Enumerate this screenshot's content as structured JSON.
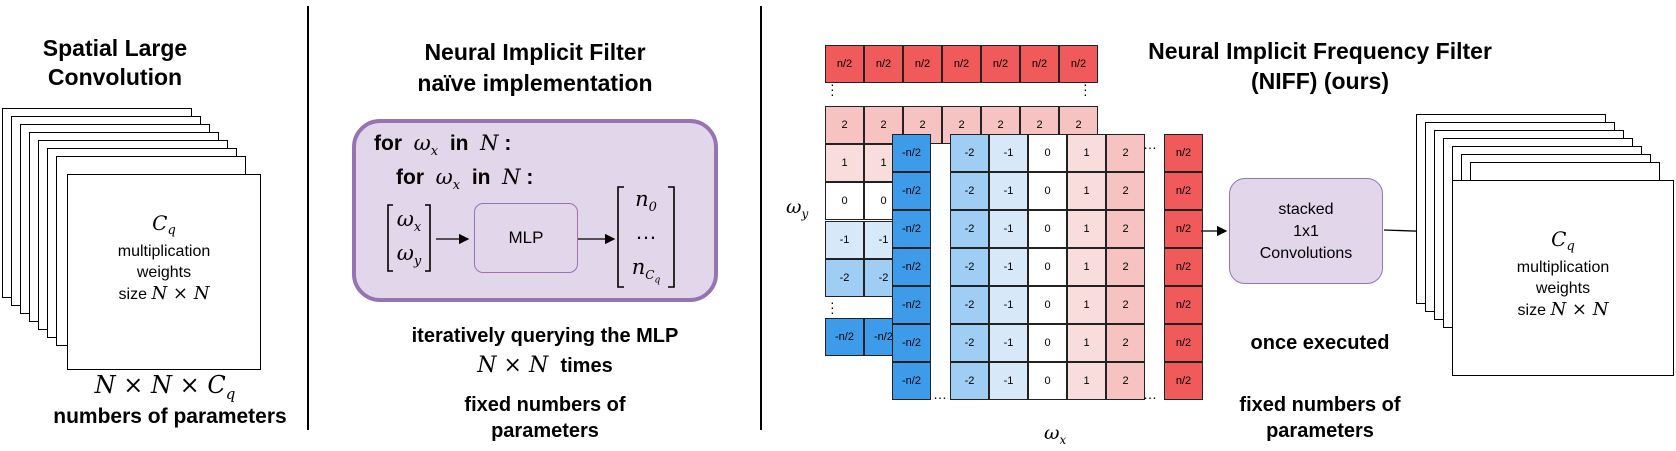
{
  "left": {
    "title_line1": "Spatial Large",
    "title_line2": "Convolution",
    "filter_symbol": "C",
    "filter_sub": "q",
    "filter_line1": "multiplication",
    "filter_line2": "weights",
    "filter_size_prefix": "size",
    "filter_size_math": "N × N",
    "param_math": "N × N × C",
    "param_sub": "q",
    "param_label": "numbers of parameters"
  },
  "middle": {
    "title_line1": "Neural Implicit Filter",
    "title_line2": "naïve implementation",
    "loop1_kw": "for",
    "loop1_var": "ω",
    "loop1_sub": "x",
    "loop1_in": "in",
    "loop1_set": "N",
    "loop1_colon": ":",
    "loop2_kw": "for",
    "loop2_var": "ω",
    "loop2_sub": "x",
    "loop2_in": "in",
    "loop2_set": "N",
    "loop2_colon": ":",
    "input_top": "ω",
    "input_top_sub": "x",
    "input_bottom": "ω",
    "input_bottom_sub": "y",
    "mlp_label": "MLP",
    "output_top": "n",
    "output_top_sub": "0",
    "output_mid": "…",
    "output_bottom": "n",
    "output_bottom_sub": "C",
    "output_bottom_subsub": "q",
    "caption_line1": "iteratively querying the MLP",
    "caption_math": "N × N",
    "caption_times": "times",
    "fixed_line1": "fixed numbers of",
    "fixed_line2": "parameters"
  },
  "right": {
    "title_line1": "Neural Implicit Frequency Filter",
    "title_line2": "(NIFF) (ours)",
    "top_row": [
      "n/2",
      "n/2",
      "n/2",
      "n/2",
      "n/2",
      "n/2",
      "n/2"
    ],
    "back_rows": [
      [
        "2",
        "2",
        "2",
        "2",
        "2",
        "2",
        "2"
      ],
      [
        "1",
        "1"
      ],
      [
        "0",
        "0"
      ],
      [
        "-1",
        "-1"
      ],
      [
        "-2",
        "-2"
      ],
      [
        "-n/2",
        "-n/2"
      ]
    ],
    "neg_col": [
      "-n/2",
      "-n/2",
      "-n/2",
      "-n/2",
      "-n/2",
      "-n/2",
      "-n/2"
    ],
    "front_cols": [
      "-2",
      "-1",
      "0",
      "1",
      "2"
    ],
    "pos_col": [
      "n/2",
      "n/2",
      "n/2",
      "n/2",
      "n/2",
      "n/2",
      "n/2"
    ],
    "axis_y": "ω",
    "axis_y_sub": "y",
    "axis_x": "ω",
    "axis_x_sub": "x",
    "conv_line1": "stacked",
    "conv_line2": "1x1",
    "conv_line3": "Convolutions",
    "once_label": "once executed",
    "fixed_line1": "fixed numbers of",
    "fixed_line2": "parameters",
    "filter_symbol": "C",
    "filter_sub": "q",
    "filter_line1": "multiplication",
    "filter_line2": "weights",
    "filter_size_prefix": "size",
    "filter_size_math": "N × N"
  },
  "colors": {
    "red_strong": "#f05a5a",
    "red_light": "#f6c2c2",
    "red_lighter": "#f9dcdc",
    "blue_strong": "#3d9be9",
    "blue_light": "#9fcdf3",
    "blue_lighter": "#d7e8f8",
    "purple_fill": "#e2d6ea",
    "purple_border": "#9674b2"
  }
}
